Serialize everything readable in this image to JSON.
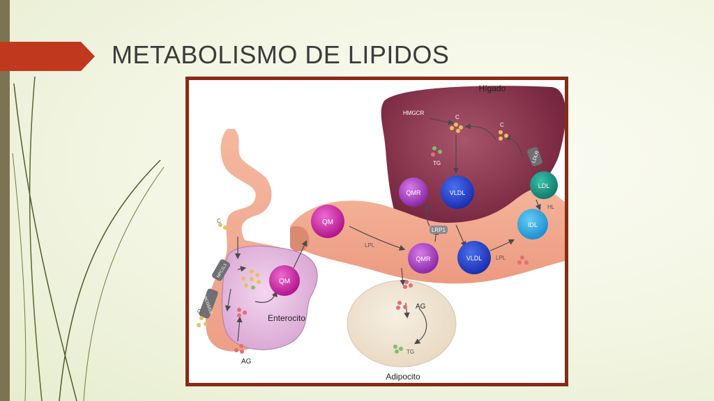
{
  "slide": {
    "title": "METABOLISMO DE LIPIDOS"
  },
  "colors": {
    "accent": "#c0391e",
    "left_bar": "#7a7452",
    "frame": "#8a2a14"
  },
  "diagram": {
    "regions": {
      "liver": "Hígado",
      "enterocyte": "Enterocito",
      "adipocyte": "Adipocito"
    },
    "particles": {
      "qm_enterocyte": "QM",
      "qm_blood": "QM",
      "qmr_liver": "QMR",
      "qmr_blood": "QMR",
      "vldl_liver": "VLDL",
      "vldl_blood": "VLDL",
      "ldl": "LDL",
      "idl": "IDL"
    },
    "small_labels": {
      "hmgcr": "HMGCR",
      "c_liver_1": "C",
      "c_liver_2": "C",
      "tg_liver": "TG",
      "ldlr": "LDLR",
      "hl": "HL",
      "lrp1": "LRP1",
      "lpl_1": "LPL",
      "lpl_2": "LPL",
      "npc1l1": "NPC1L1",
      "abcg5g8": "ABCG5/G8",
      "c_gut_1": "C",
      "c_gut_2": "C",
      "ag_bottom": "AG",
      "ag_adipo": "AG",
      "tg_adipo": "TG"
    }
  }
}
